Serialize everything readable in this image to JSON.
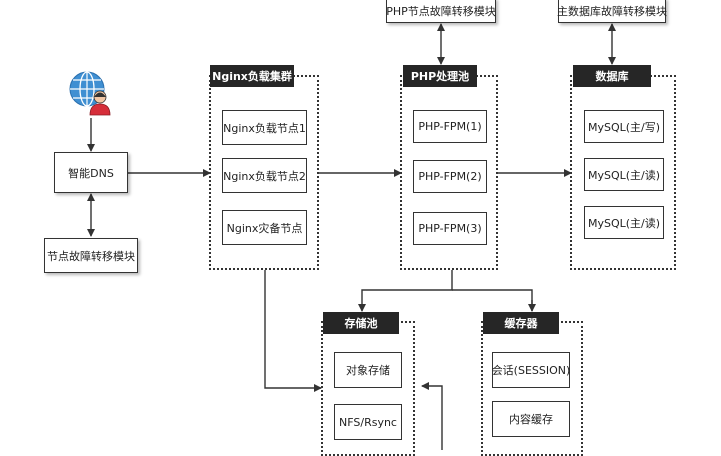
{
  "nodes": {
    "smart_dns": "智能DNS",
    "node_failover": "节点故障转移模块",
    "php_node_failover": "PHP节点故障转移模块",
    "master_db_failover": "主数据库故障转移模块"
  },
  "groups": {
    "nginx": {
      "title": "Nginx负载集群",
      "items": [
        "Nginx负载节点1",
        "Nginx负载节点2",
        "Nginx灾备节点"
      ]
    },
    "php": {
      "title": "PHP处理池",
      "items": [
        "PHP-FPM(1)",
        "PHP-FPM(2)",
        "PHP-FPM(3)"
      ]
    },
    "db": {
      "title": "数据库",
      "items": [
        "MySQL(主/写)",
        "MySQL(主/读)",
        "MySQL(主/读)"
      ]
    },
    "storage": {
      "title": "存储池",
      "items": [
        "对象存储",
        "NFS/Rsync"
      ]
    },
    "cache": {
      "title": "缓存器",
      "items": [
        "会话(SESSION)",
        "内容缓存"
      ]
    }
  },
  "colors": {
    "line": "#333333",
    "tab": "#262626",
    "globe": "#3f8fd2",
    "user": "#d62e3a"
  },
  "icons": [
    "globe-user-icon"
  ]
}
